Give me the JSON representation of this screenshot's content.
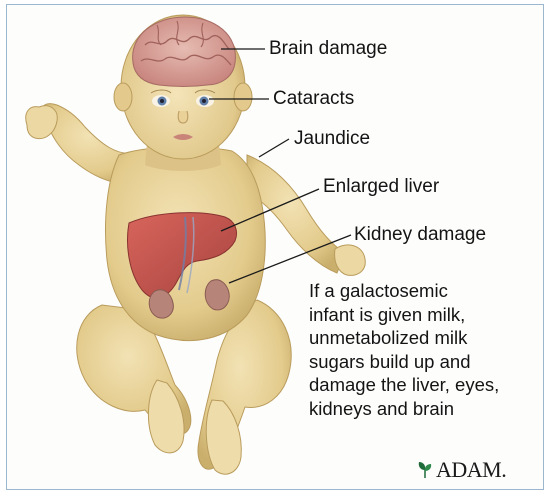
{
  "labels": {
    "brain": "Brain damage",
    "cataracts": "Cataracts",
    "jaundice": "Jaundice",
    "liver": "Enlarged liver",
    "kidney": "Kidney damage"
  },
  "caption": {
    "line1": "If a galactosemic",
    "line2": "infant is given milk,",
    "line3": "unmetabolized milk",
    "line4": "sugars build up and",
    "line5": "damage the liver, eyes,",
    "line6": "kidneys and brain"
  },
  "logo": {
    "text": "ADAM.",
    "icon": "leaf-icon",
    "color": "#1f6b3a"
  },
  "colors": {
    "skin": "#e8d39a",
    "liver": "#c7504a",
    "brain": "#d9a8a0",
    "border": "#9bb7cf"
  }
}
